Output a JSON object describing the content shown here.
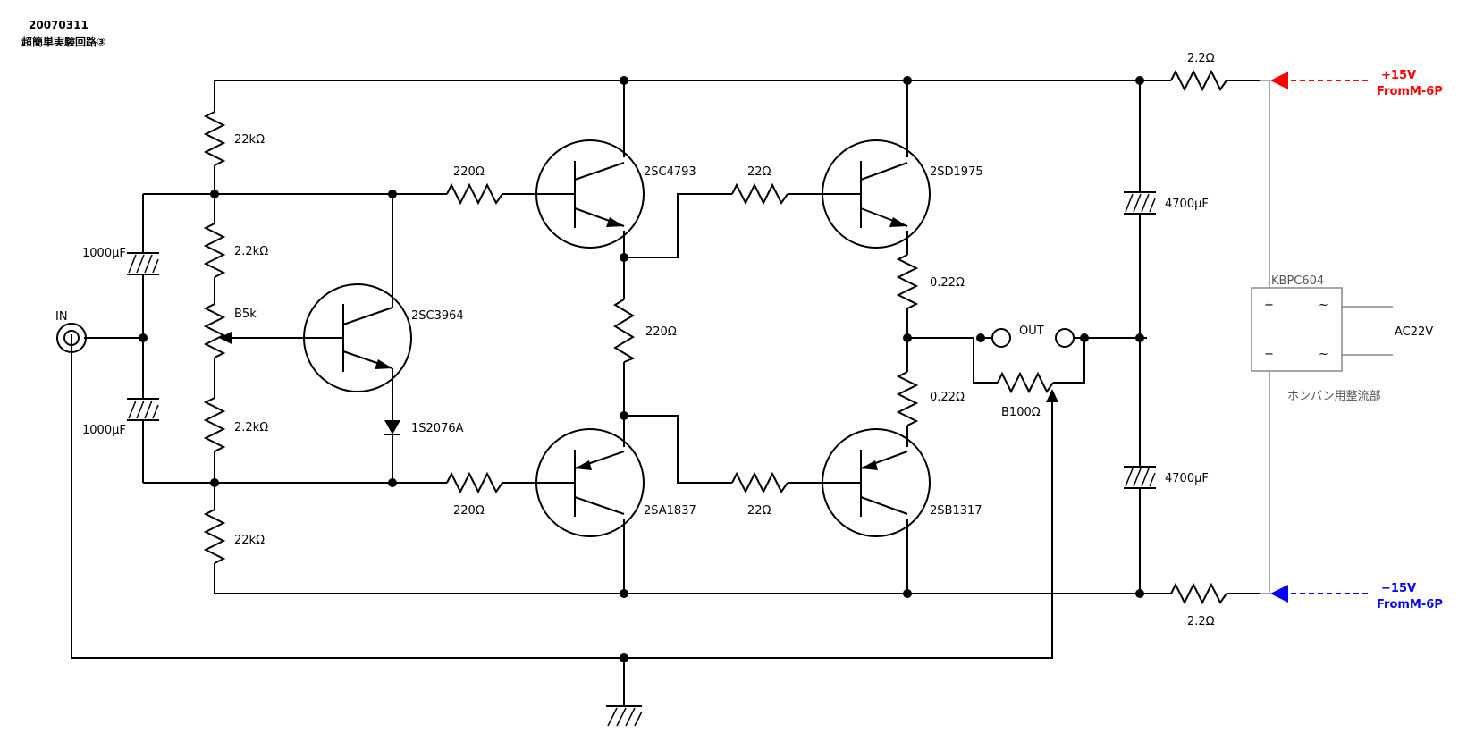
{
  "header": {
    "date": "20070311",
    "title": "超簡単実験回路③"
  },
  "resistors": {
    "r_top_bias": "22kΩ",
    "r_upper_mid": "2.2kΩ",
    "pot_bias": "B5k",
    "r_lower_mid": "2.2kΩ",
    "r_bottom_bias": "22kΩ",
    "r_base_upper": "220Ω",
    "r_base_lower": "220Ω",
    "r_mid": "220Ω",
    "r_drive_upper": "22Ω",
    "r_drive_lower": "22Ω",
    "r_emitter_upper": "0.22Ω",
    "r_emitter_lower": "0.22Ω",
    "pot_out": "B100Ω",
    "r_supply_pos": "2.2Ω",
    "r_supply_neg": "2.2Ω"
  },
  "capacitors": {
    "c_in_upper": "1000μF",
    "c_in_lower": "1000μF",
    "c_supply_pos": "4700μF",
    "c_supply_neg": "4700μF"
  },
  "transistors": {
    "q_bias": "2SC3964",
    "q_driver_npn": "2SC4793",
    "q_driver_pnp": "2SA1837",
    "q_out_npn": "2SD1975",
    "q_out_pnp": "2SB1317"
  },
  "diode": "1S2076A",
  "terminals": {
    "input": "IN",
    "output": "OUT"
  },
  "supply": {
    "pos_voltage": "+15V",
    "pos_source": "FromM-6P",
    "neg_voltage": "−15V",
    "neg_source": "FromM-6P",
    "pos_color": "#ff0000",
    "neg_color": "#0000ff"
  },
  "rectifier": {
    "part": "KBPC604",
    "plus": "+",
    "minus": "−",
    "ac1": "~",
    "ac2": "~",
    "ac_input": "AC22V",
    "caption": "ホンバン用整流部"
  }
}
